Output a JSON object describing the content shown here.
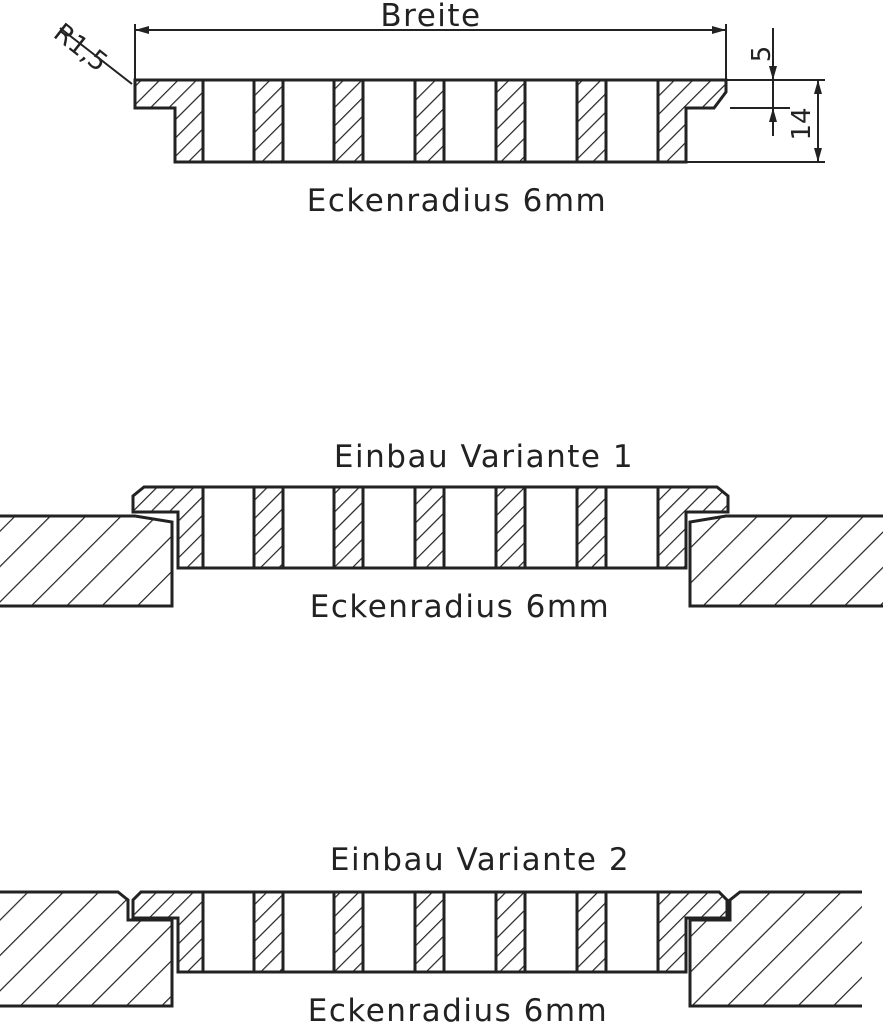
{
  "drawing": {
    "top": {
      "width_label": "Breite",
      "radius_label": "R1,5",
      "dim_top": "5",
      "dim_total": "14",
      "caption": "Eckenradius 6mm"
    },
    "variant1": {
      "title": "Einbau Variante 1",
      "caption": "Eckenradius 6mm"
    },
    "variant2": {
      "title": "Einbau Variante 2",
      "caption": "Eckenradius 6mm"
    }
  },
  "colors": {
    "line": "#222222",
    "background": "#ffffff"
  }
}
